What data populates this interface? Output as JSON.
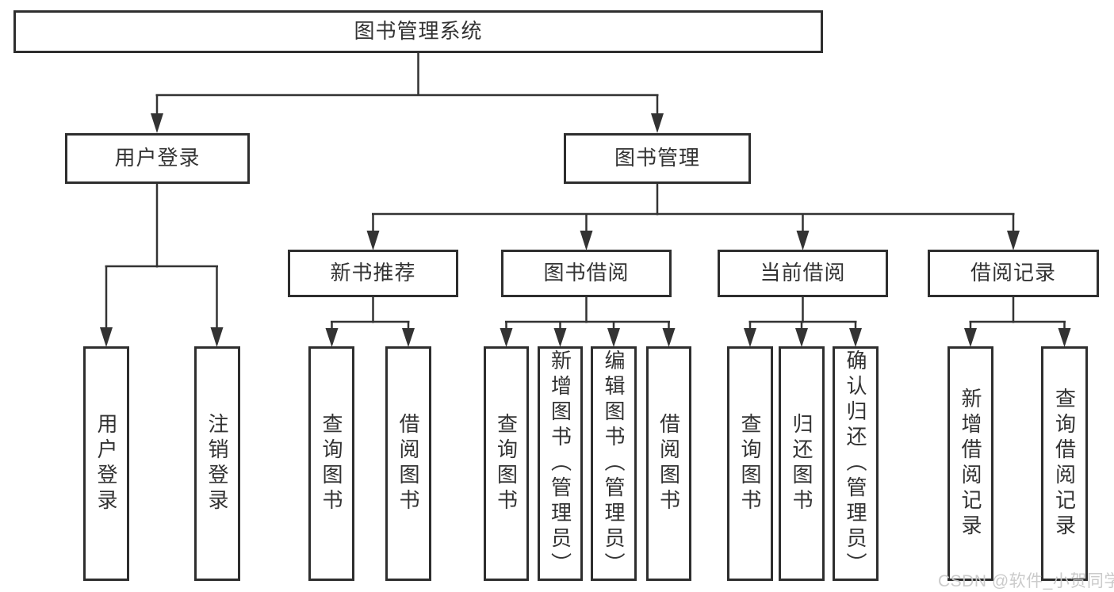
{
  "tree": {
    "root": {
      "label": "图书管理系统"
    },
    "level2": [
      {
        "label": "用户登录",
        "children": [
          {
            "label": "用户登录"
          },
          {
            "label": "注销登录"
          }
        ]
      },
      {
        "label": "图书管理",
        "children": [
          {
            "label": "新书推荐",
            "children": [
              {
                "label": "查询图书"
              },
              {
                "label": "借阅图书"
              }
            ]
          },
          {
            "label": "图书借阅",
            "children": [
              {
                "label": "查询图书"
              },
              {
                "label": "新增图书（管理员）"
              },
              {
                "label": "编辑图书（管理员）"
              },
              {
                "label": "借阅图书"
              }
            ]
          },
          {
            "label": "当前借阅",
            "children": [
              {
                "label": "查询图书"
              },
              {
                "label": "归还图书"
              },
              {
                "label": "确认归还（管理员）"
              }
            ]
          },
          {
            "label": "借阅记录",
            "children": [
              {
                "label": "新增借阅记录"
              },
              {
                "label": "查询借阅记录"
              }
            ]
          }
        ]
      }
    ]
  },
  "watermark": {
    "text": "CSDN @软件_小贺同学"
  },
  "colors": {
    "line": "#333333",
    "box_border": "#2e2e2e",
    "text": "#333333",
    "background": "#ffffff",
    "watermark": "#c9c9c9"
  }
}
